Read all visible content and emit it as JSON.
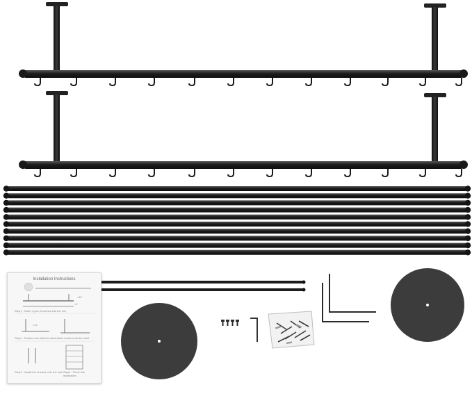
{
  "product_photo": {
    "subject": "",
    "colors": {
      "metal": "#1e1e1e",
      "metal_highlight": "#4a4a4a",
      "disc": "#3c3c3c",
      "background": "#ffffff",
      "paper": "#f7f7f7"
    }
  },
  "manual": {
    "title": "Installation Instructions",
    "qty_rods": "×10",
    "qty_screws": "×2",
    "qty_hooks": "×12",
    "step1": "Step1 : Insert 4 pcs of screws into the rod",
    "step2": "Step2 : Fasten rods with the assembled hooks onto the shelf",
    "step3": "Step3 : Install the bracket onto the wall",
    "step4": "Step4 : Finish the installation"
  }
}
